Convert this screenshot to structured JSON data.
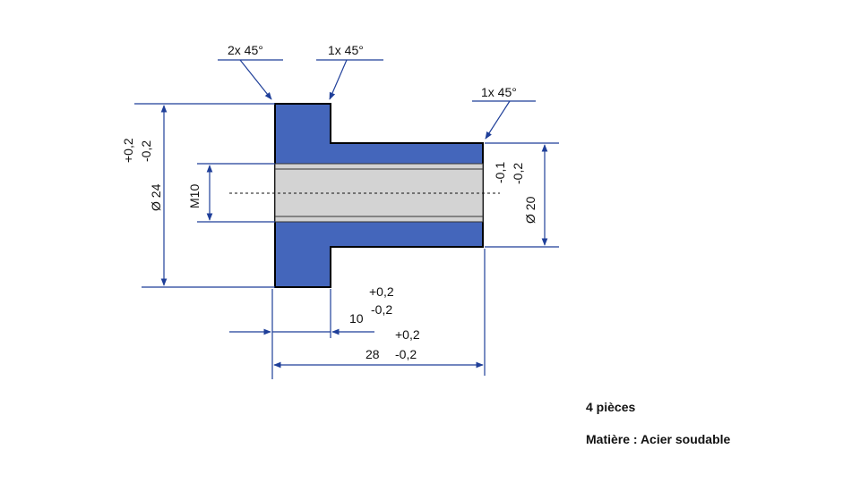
{
  "colors": {
    "part_fill": "#4466bb",
    "bore_fill": "#d3d3d3",
    "dimension_line": "#1f3f99",
    "outline": "#000000"
  },
  "labels": {
    "chamfer_left": "2x 45°",
    "chamfer_mid": "1x 45°",
    "chamfer_right": "1x 45°",
    "dia24_label": "Ø 24",
    "dia24_tol_plus": "+0,2",
    "dia24_tol_minus": "-0,2",
    "thread_label": "M10",
    "dia20_label": "Ø 20",
    "dia20_tol_1": "-0,1",
    "dia20_tol_2": "-0,2",
    "len10_value": "10",
    "len10_tol_plus": "+0,2",
    "len10_tol_minus": "-0,2",
    "len28_value": "28",
    "len28_tol_plus": "+0,2",
    "len28_tol_minus": "-0,2"
  },
  "notes": {
    "quantity": "4 pièces",
    "material": "Matière : Acier soudable"
  }
}
